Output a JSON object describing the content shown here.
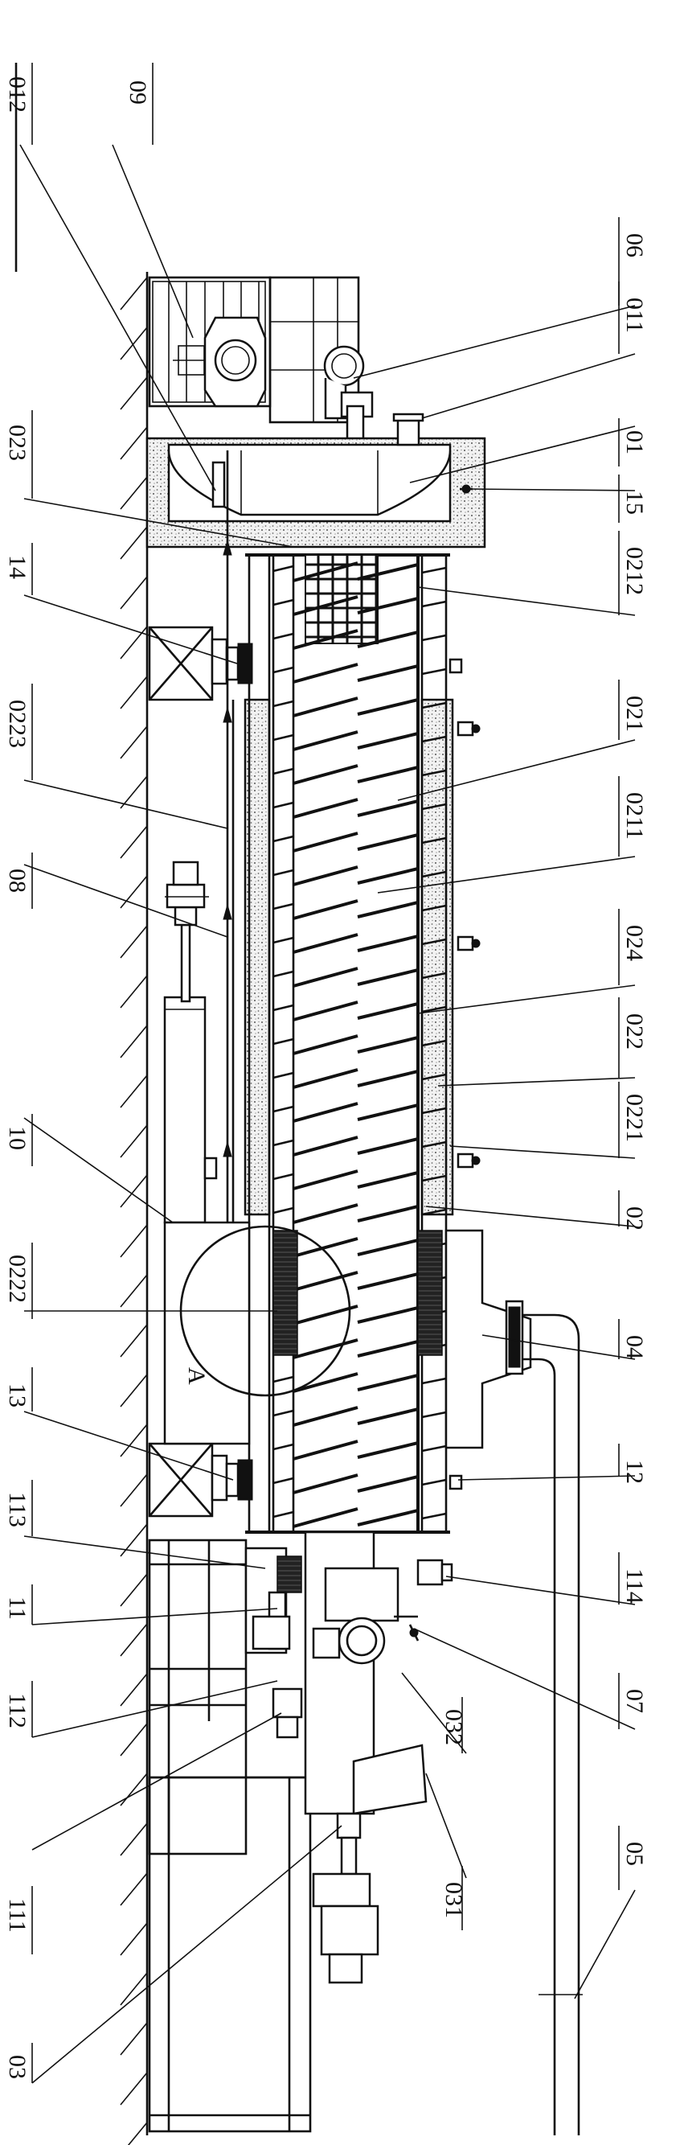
{
  "labels": {
    "l09": "09",
    "l012": "012",
    "l06": "06",
    "l011": "011",
    "l023": "023",
    "l01": "01",
    "l15": "15",
    "l14": "14",
    "l0212": "0212",
    "l0223": "0223",
    "l021": "021",
    "l0211": "0211",
    "l08": "08",
    "l024": "024",
    "l022": "022",
    "l10": "10",
    "l0221": "0221",
    "l02": "02",
    "l0222": "0222",
    "l04": "04",
    "lA": "A",
    "l13": "13",
    "l12": "12",
    "l113": "113",
    "l114": "114",
    "l11": "11",
    "l07": "07",
    "l112": "112",
    "l032": "032",
    "l05": "05",
    "l111": "111",
    "l031": "031",
    "l03": "03"
  }
}
